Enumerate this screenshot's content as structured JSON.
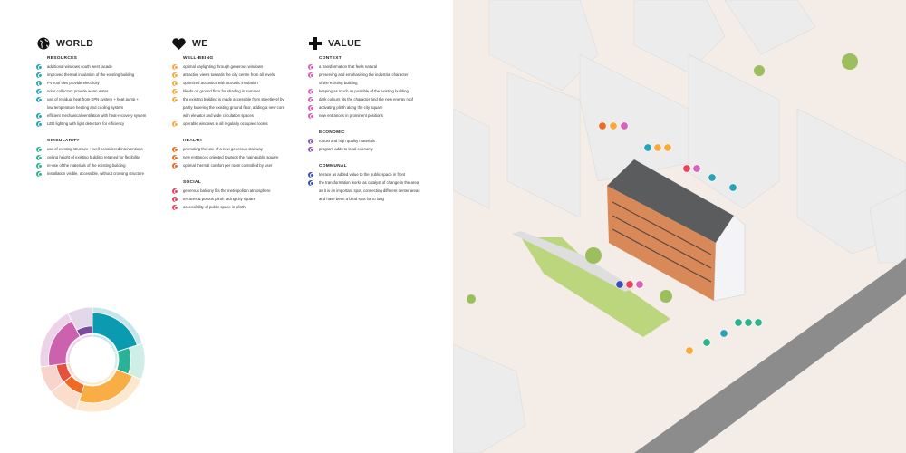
{
  "columns": [
    {
      "title": "WORLD",
      "icon": "globe-icon",
      "sections": [
        {
          "title": "RESOURCES",
          "color": "#27a3b6",
          "items": [
            [
              "additional windows south west facade"
            ],
            [
              "improved thermal insulation of the existing building"
            ],
            [
              "PV roof tiles provide electricity"
            ],
            [
              "solar collectors provide warm water"
            ],
            [
              "use of residual heat from KPN system + heat pump +",
              "low temperature heating and cooling system"
            ],
            [
              "efficient mechanical ventilation with heat-recovery system"
            ],
            [
              "LED lighting with light detectors for efficiency"
            ]
          ]
        },
        {
          "title": "CIRCULARITY",
          "color": "#2db38c",
          "items": [
            [
              "use of existing structure + well-considered interventions"
            ],
            [
              "ceiling height of existing building retained for flexibility"
            ],
            [
              "re-use of the materials of the existing building"
            ],
            [
              "installation visible, accessible, without crossing structure"
            ]
          ]
        }
      ]
    },
    {
      "title": "WE",
      "icon": "heart-icon",
      "sections": [
        {
          "title": "WELL-BEING",
          "color": "#f7a93a",
          "items": [
            [
              "optimal daylighting through generous windows"
            ],
            [
              "attractive views towards the city centre from all levels"
            ],
            [
              "optimized acoustics with acoustic insulation"
            ],
            [
              "blinds on ground floor for shading in summer"
            ],
            [
              "the existing building is made accessible from streetlevel by",
              "partly lowering the existing ground floor, adding a new core",
              "with elevator and wide circulation spaces"
            ],
            [
              "operable windows in all regularly occupied rooms"
            ]
          ]
        },
        {
          "title": "HEALTH",
          "color": "#ef6a22",
          "items": [
            [
              "promoting the use of a new generous stairway"
            ],
            [
              "new entrances oriented towards the main public square"
            ],
            [
              "optimal thermal comfort per room controlled by user"
            ]
          ]
        },
        {
          "title": "SOCIAL",
          "color": "#e8425c",
          "items": [
            [
              "generous balcony fits the metropolitan atmosphere"
            ],
            [
              "terraces & porous plinth facing city square"
            ],
            [
              "accessibility of public space in plinth"
            ]
          ]
        }
      ]
    },
    {
      "title": "VALUE",
      "icon": "plus-icon",
      "sections": [
        {
          "title": "CONTEXT",
          "color": "#d862b9",
          "items": [
            [
              "a transformation that feels natural"
            ],
            [
              "preserving and emphasizing the industrial character",
              "of the existing building"
            ],
            [
              "keeping as much as possible of the existing building"
            ],
            [
              "dark colours fits the character and the new energy roof"
            ],
            [
              "activating plinth along the city square"
            ],
            [
              "new entrances in prominent positions"
            ]
          ]
        },
        {
          "title": "ECONOMIC",
          "color": "#8a5aa9",
          "items": [
            [
              "robust and high quality materials"
            ],
            [
              "program adds to local economy"
            ]
          ]
        },
        {
          "title": "COMMUNAL",
          "color": "#3b4fb3",
          "items": [
            [
              "terrace as added value to the public space in front"
            ],
            [
              "the transformation works as catalyst of change in the area",
              "as it is an important spot, connecting different center areas",
              "and have been a blind spot for to long"
            ]
          ]
        }
      ]
    }
  ],
  "donut": {
    "segments": [
      {
        "name": "resources",
        "from": 0,
        "to": 72,
        "value": 0.85,
        "color": "#0b9bb0",
        "light": "#c5e6ea"
      },
      {
        "name": "circularity",
        "from": 72,
        "to": 112,
        "value": 0.5,
        "color": "#2ab196",
        "light": "#cfeee6"
      },
      {
        "name": "well-being",
        "from": 112,
        "to": 198,
        "value": 0.7,
        "color": "#f8ad45",
        "light": "#fde8cf"
      },
      {
        "name": "health",
        "from": 198,
        "to": 232,
        "value": 0.4,
        "color": "#ef6a22",
        "light": "#fcdccb"
      },
      {
        "name": "social",
        "from": 232,
        "to": 262,
        "value": 0.42,
        "color": "#e5513c",
        "light": "#f9d4cc"
      },
      {
        "name": "context",
        "from": 262,
        "to": 332,
        "value": 0.72,
        "color": "#cc62ad",
        "light": "#ecd3e8"
      },
      {
        "name": "economic",
        "from": 332,
        "to": 360,
        "value": 0.3,
        "color": "#7b4b9e",
        "light": "#e2d8ea"
      }
    ]
  }
}
